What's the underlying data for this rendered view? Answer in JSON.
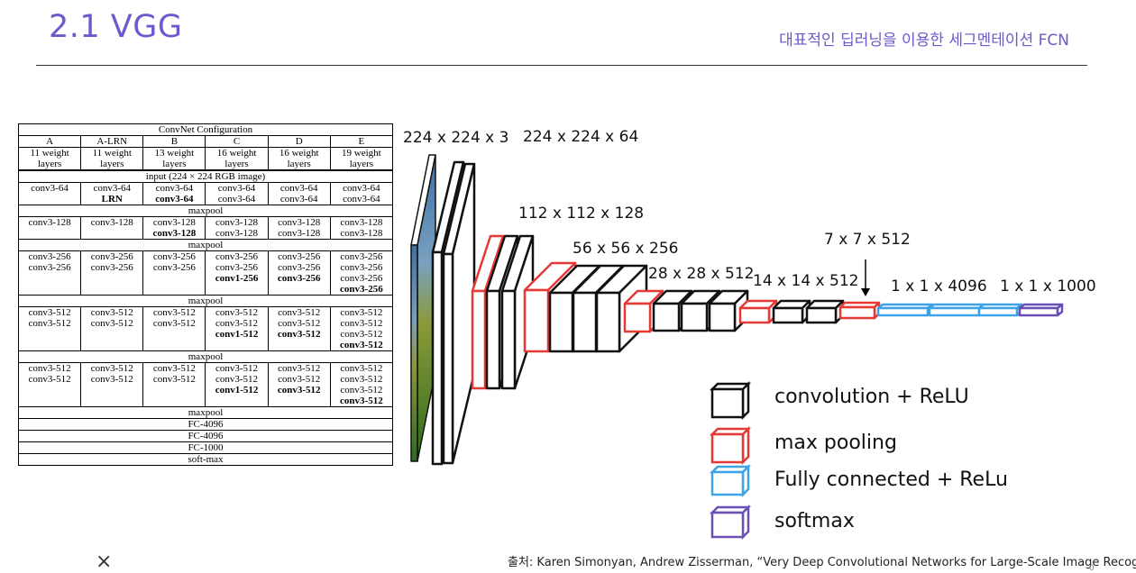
{
  "title": "2.1 VGG",
  "subtitle": "대표적인 딥러닝을 이용한 세그멘테이션 FCN",
  "table": {
    "header": "ConvNet Configuration",
    "columns": [
      "A",
      "A-LRN",
      "B",
      "C",
      "D",
      "E"
    ],
    "weights": [
      "11 weight",
      "11 weight",
      "13 weight",
      "16 weight",
      "16 weight",
      "19 weight"
    ],
    "layers_word": "layers",
    "input": "input (224 × 224 RGB image)",
    "maxpool": "maxpool",
    "fc1": "FC-4096",
    "fc2": "FC-4096",
    "fc3": "FC-1000",
    "softmax": "soft-max",
    "c64": "conv3-64",
    "lrn": "LRN",
    "c128": "conv3-128",
    "c256": "conv3-256",
    "c1_256": "conv1-256",
    "c512": "conv3-512",
    "c1_512": "conv1-512"
  },
  "diagram": {
    "dims": [
      "224 x 224 x 3",
      "224 x 224 x 64",
      "112 x 112 x 128",
      "56 x 56 x 256",
      "28 x 28 x 512",
      "14 x 14 x 512",
      "7 x 7 x 512",
      "1 x 1 x 4096",
      "1 x 1 x 1000"
    ]
  },
  "legend": {
    "conv": "convolution + ReLU",
    "pool": "max pooling",
    "fc": "Fully connected + ReLu",
    "softmax": "softmax"
  },
  "colors": {
    "title": "#6a5acd",
    "conv": "#111111",
    "pool": "#e53935",
    "fc": "#3ea2e6",
    "softmax": "#6a4fb5"
  },
  "citation": "출처: Karen Simonyan, Andrew Zisserman, “Very Deep Convolutional Networks for Large-Scale Image Recognition”",
  "close_icon": "×",
  "page_number": "0"
}
